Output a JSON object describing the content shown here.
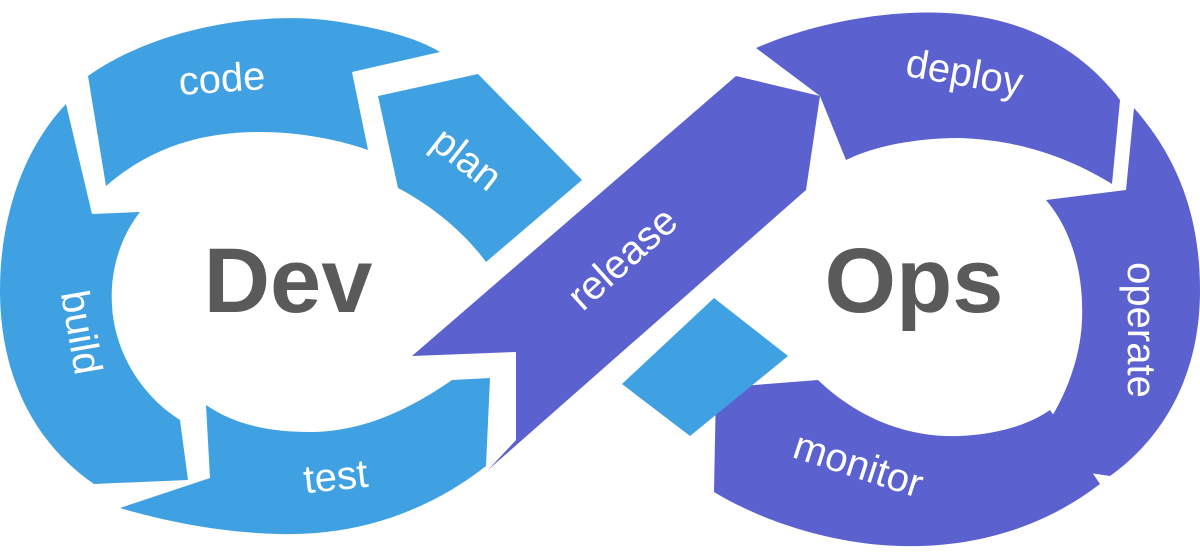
{
  "diagram": {
    "colors": {
      "dev": "#3fa1e2",
      "ops": "#5b61cf",
      "title": "#5a5a5a",
      "background": "#ffffff"
    },
    "dev_title": "Dev",
    "ops_title": "Ops",
    "stages": {
      "plan": "plan",
      "code": "code",
      "build": "build",
      "test": "test",
      "release": "release",
      "deploy": "deploy",
      "operate": "operate",
      "monitor": "monitor"
    }
  }
}
